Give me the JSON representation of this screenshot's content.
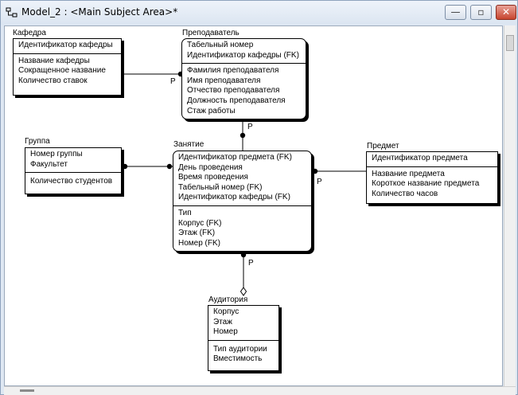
{
  "window": {
    "title": "Model_2 : <Main Subject Area>*"
  },
  "controls": {
    "minimize": "—",
    "maximize": "▫",
    "close": "✕"
  },
  "entities": {
    "kafedra": {
      "name": "Кафедра",
      "keys": [
        "Идентификатор кафедры"
      ],
      "attrs": [
        "Название кафедры",
        "Сокращенное название",
        "Количество ставок"
      ]
    },
    "prepodavatel": {
      "name": "Преподаватель",
      "keys": [
        "Табельный номер",
        "Идентификатор кафедры (FK)"
      ],
      "attrs": [
        "Фамилия преподавателя",
        "Имя преподавателя",
        "Отчество преподавателя",
        "Должность преподавателя",
        "Стаж работы"
      ]
    },
    "gruppa": {
      "name": "Группа",
      "keys": [
        "Номер группы",
        "Факультет"
      ],
      "attrs": [
        "Количество студентов"
      ]
    },
    "zanyatie": {
      "name": "Занятие",
      "keys": [
        "Идентификатор предмета (FK)",
        "День проведения",
        "Время проведения",
        "Табельный номер (FK)",
        "Идентификатор кафедры (FK)"
      ],
      "attrs": [
        "Тип",
        "Корпус (FK)",
        "Этаж (FK)",
        "Номер (FK)"
      ]
    },
    "predmet": {
      "name": "Предмет",
      "keys": [
        "Идентификатор предмета"
      ],
      "attrs": [
        "Название предмета",
        "Короткое название предмета",
        "Количество часов"
      ]
    },
    "auditoriya": {
      "name": "Аудитория",
      "keys": [
        "Корпус",
        "Этаж",
        "Номер"
      ],
      "attrs": [
        "Тип аудитории",
        "Вместимость"
      ]
    }
  },
  "relationships": [
    {
      "from": "kafedra",
      "to": "prepodavatel",
      "label": "P"
    },
    {
      "from": "prepodavatel",
      "to": "zanyatie",
      "label": "P"
    },
    {
      "from": "gruppa",
      "to": "zanyatie",
      "label": ""
    },
    {
      "from": "predmet",
      "to": "zanyatie",
      "label": "P"
    },
    {
      "from": "auditoriya",
      "to": "zanyatie",
      "label": "P"
    }
  ]
}
